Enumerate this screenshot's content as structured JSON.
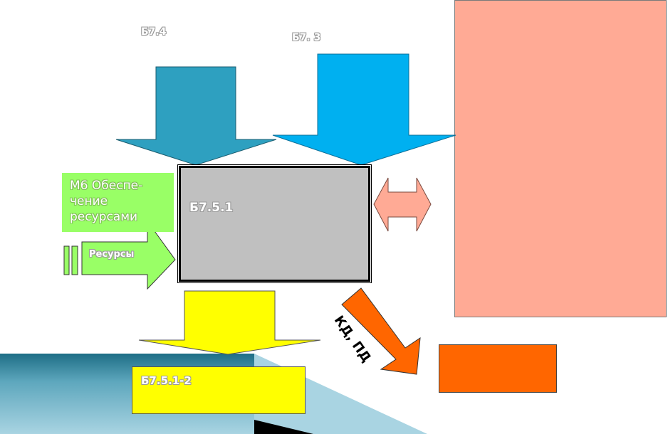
{
  "labels": {
    "b74": "Б7.4",
    "b73": "Б7. 3",
    "m6": "М6 Обеспе-чение ресурсами",
    "resources": "Ресурсы",
    "b751": "Б7.5.1",
    "kd_pd": "КД, ПД",
    "b7512": "Б7.5.1-2"
  },
  "colors": {
    "teal_arrow": "#2ea0c0",
    "blue_arrow": "#00b0f0",
    "green": "#99ff66",
    "gray_box": "#c0c0c0",
    "salmon": "#ffaa95",
    "yellow": "#ffff00",
    "orange": "#ff6600"
  }
}
